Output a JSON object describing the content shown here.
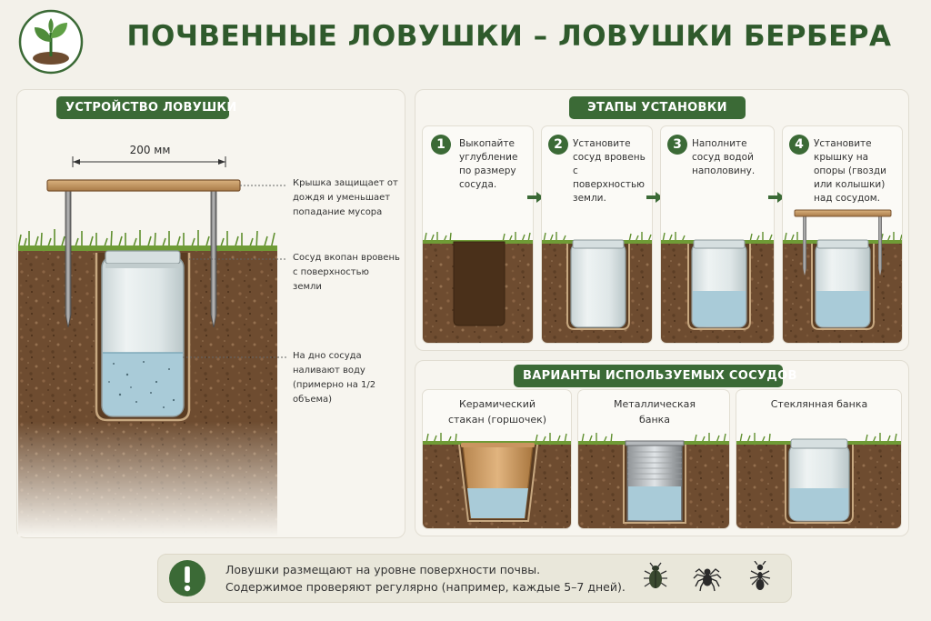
{
  "header": {
    "title": "ПОЧВЕННЫЕ ЛОВУШКИ – ЛОВУШКИ БЕРБЕРА"
  },
  "device": {
    "title": "УСТРОЙСТВО ЛОВУШКИ",
    "dimension": "200 мм",
    "notes": [
      "Крышка защищает от дождя и уменьшает попадание мусора",
      "Сосуд вкопан вровень с поверхностью земли",
      "На дно сосуда наливают воду (примерно на 1/2 объема)"
    ]
  },
  "steps": {
    "title": "ЭТАПЫ УСТАНОВКИ",
    "items": [
      {
        "num": "1",
        "text": "Выкопайте углубление по размеру сосуда."
      },
      {
        "num": "2",
        "text": "Установите сосуд вровень с поверхностью земли."
      },
      {
        "num": "3",
        "text": "Наполните сосуд водой наполовину."
      },
      {
        "num": "4",
        "text": "Установите крышку на опоры (гвозди или колышки) над сосудом."
      }
    ]
  },
  "variants": {
    "title": "ВАРИАНТЫ ИСПОЛЬЗУЕМЫХ СОСУДОВ",
    "items": [
      {
        "label": "Керамический стакан (горшочек)"
      },
      {
        "label": "Металлическая банка"
      },
      {
        "label": "Стеклянная банка"
      }
    ]
  },
  "footer": {
    "icon": "exclamation-icon",
    "line1": "Ловушки размещают на уровне поверхности почвы.",
    "line2": "Содержимое проверяют регулярно (например, каждые 5–7 дней).",
    "insect_icons": [
      "beetle-icon",
      "spider-icon",
      "ant-icon"
    ]
  },
  "colors": {
    "accent": "#3b6a36",
    "soil": "#6b4a2e",
    "water": "#a9cbd8",
    "background": "#f3f1ea"
  }
}
